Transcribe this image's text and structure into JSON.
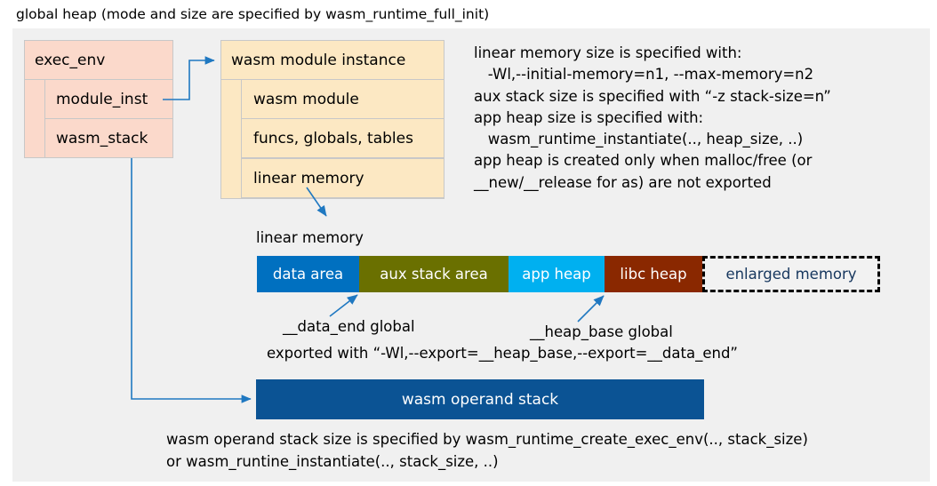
{
  "title": "global heap (mode and size are specified by wasm_runtime_full_init)",
  "colors": {
    "panel_bg": "#f0f0f0",
    "exec_env_fill": "#fbd9cb",
    "module_instance_fill": "#fce8c3",
    "data_area": "#0070c0",
    "aux_stack_area": "#6a7000",
    "app_heap": "#00b0f0",
    "libc_heap": "#8a2800",
    "enlarged_memory_fill": "#f2f2f2",
    "enlarged_memory_text": "#17375e",
    "operand_stack": "#0b5394",
    "arrow": "#1f78c1"
  },
  "exec_env_box": {
    "header": "exec_env",
    "rows": [
      {
        "label": "module_inst"
      },
      {
        "label": "wasm_stack"
      }
    ]
  },
  "module_instance_box": {
    "header": "wasm module instance",
    "rows": [
      {
        "label": "wasm module"
      },
      {
        "label": "funcs, globals, tables"
      },
      {
        "label": "linear memory"
      }
    ]
  },
  "notes_right": "linear memory size is specified with:\n   -Wl,--initial-memory=n1, --max-memory=n2\naux stack size is specified with “-z stack-size=n”\napp heap size is specified with:\n   wasm_runtime_instantiate(.., heap_size, ..)\napp heap is created only when malloc/free (or\n__new/__release for as) are not exported",
  "linear_memory": {
    "label": "linear memory",
    "segments": [
      {
        "name": "data area"
      },
      {
        "name": "aux stack area"
      },
      {
        "name": "app heap"
      },
      {
        "name": "libc heap"
      },
      {
        "name": "enlarged memory"
      }
    ]
  },
  "annotations": {
    "data_end": "__data_end global",
    "heap_base": "__heap_base global",
    "exported_with": "exported with “-Wl,--export=__heap_base,--export=__data_end”"
  },
  "operand_stack": {
    "label": "wasm operand stack"
  },
  "notes_bottom": "wasm operand stack size is specified by wasm_runtime_create_exec_env(.., stack_size)\nor wasm_runtine_instantiate(.., stack_size, ..)"
}
